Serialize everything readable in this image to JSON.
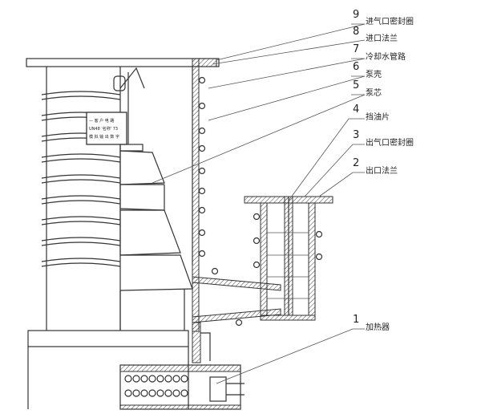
{
  "callouts": [
    {
      "num": "9",
      "label": "进气口密封圈"
    },
    {
      "num": "8",
      "label": "进口法兰"
    },
    {
      "num": "7",
      "label": "冷却水管路"
    },
    {
      "num": "6",
      "label": "泵壳"
    },
    {
      "num": "5",
      "label": "泵芯"
    },
    {
      "num": "4",
      "label": "挡油片"
    },
    {
      "num": "3",
      "label": "出气口密封圈"
    },
    {
      "num": "2",
      "label": "出口法兰"
    },
    {
      "num": "1",
      "label": "加热器"
    }
  ],
  "nameplate": {
    "line1": "— 客 户 电 路",
    "line2": "UN48 '名称' 73",
    "line3": "模 拟 输 出 数 字"
  }
}
